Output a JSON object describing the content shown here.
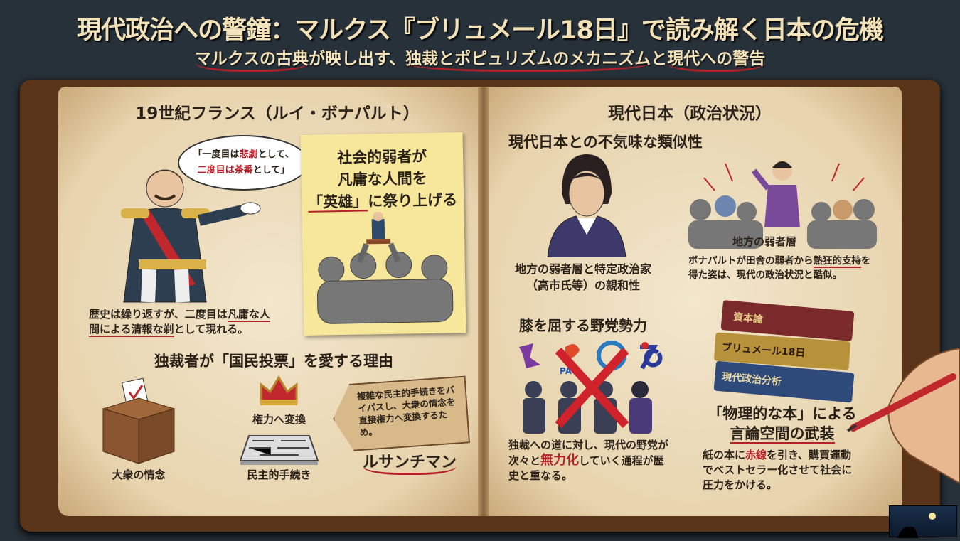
{
  "header": {
    "title": "現代政治への警鐘：マルクス『ブリュメール18日』で読み解く日本の危機",
    "subtitle_parts": [
      "マルクスの古典",
      "が映し出す、",
      "独裁とポピュリズムのメカニズム",
      "と",
      "現代への警告"
    ]
  },
  "left_page": {
    "heading": "19世紀フランス（ルイ・ボナパルト）",
    "quote": {
      "open": "「一度目は",
      "tragedy": "悲劇",
      "mid": "として、",
      "second": "二度目は茶番",
      "close": "として」"
    },
    "caption": {
      "a": "歴史は繰り返すが、二度目は",
      "b": "凡庸な",
      "c": "人間による清報な剃",
      "d": "として現れる。"
    },
    "note": {
      "line1": "社会的弱者が",
      "line2": "凡庸な人間を",
      "hero": "「英雄」",
      "line3": "に祭り上げる"
    },
    "section2_heading": "独裁者が「国民投票」を愛する理由",
    "ballot_label": "大衆の情念",
    "crown_label": "権力へ変換",
    "maze_label": "民主的手続き",
    "tag_text": "複雑な民主的手続きをバイパスし、大衆の情念を直接権力へ変換するため。",
    "ressentiment": "ルサンチマン"
  },
  "right_page": {
    "heading": "現代日本（政治状況）",
    "similarity_heading": "現代日本との不気味な類似性",
    "portrait_caption": [
      "地方の弱者層と特定政治家",
      "（高市氏等）の親和性"
    ],
    "crowd_label": "地方の弱者層",
    "crowd_caption": {
      "a": "ボナパルトが田舎の弱者から",
      "b": "熱狂的支持",
      "c": "を得た姿は、現代の政治状況と酷似。"
    },
    "opposition_heading": "膝を屈する野党勢力",
    "logo_text": "PA",
    "opposition_caption": {
      "a": "独裁への道に対し、現代の野党が次々と",
      "b": "無力化",
      "c": "していく通程が歴史と重なる。"
    },
    "books": [
      "資本論",
      "ブリュメール18日",
      "現代政治分析"
    ],
    "books_heading": [
      "「物理的な本」による",
      "言論空間の武装"
    ],
    "books_caption": {
      "a": "紙の本に",
      "b": "赤線",
      "c": "を引き、購買運動でベストセラー化させて社会に圧力をかける。"
    }
  },
  "colors": {
    "background": "#27313a",
    "page": "#ecdcbc",
    "accent_red": "#b3202a",
    "title": "#f3e2b8",
    "note": "#f6e79a"
  }
}
